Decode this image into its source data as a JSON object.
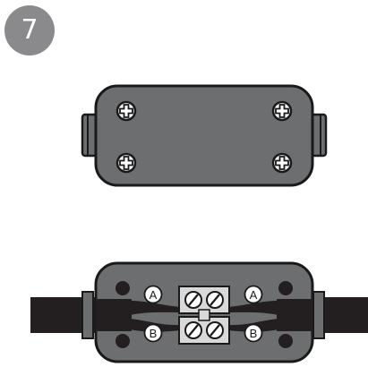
{
  "step": {
    "number": "7"
  },
  "diagram": {
    "terminal_labels": {
      "top_left": "A",
      "top_right": "A",
      "bottom_left": "B",
      "bottom_right": "B"
    },
    "colors": {
      "housing": "#6d6e70",
      "outline": "#1a1a1a",
      "cable": "#231f20",
      "terminal_block": "#d9d9d9",
      "badge": "#8a8a8c"
    }
  }
}
